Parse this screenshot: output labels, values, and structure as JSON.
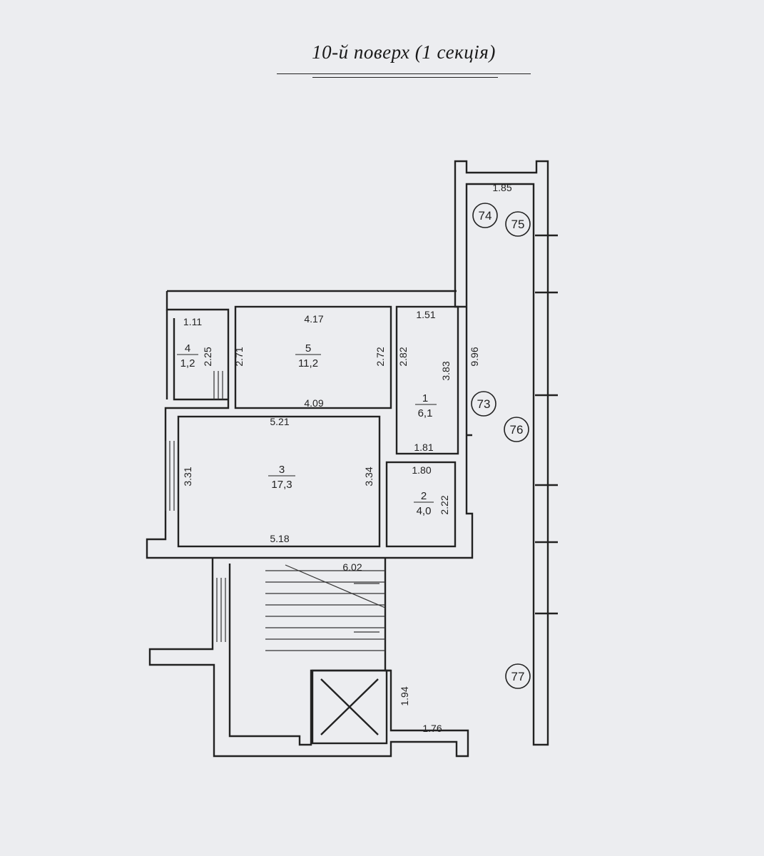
{
  "title": "10-й поверх (1 секція)",
  "rooms": [
    {
      "number": "1",
      "area": "6,1"
    },
    {
      "number": "2",
      "area": "4,0"
    },
    {
      "number": "3",
      "area": "17,3"
    },
    {
      "number": "4",
      "area": "1,2"
    },
    {
      "number": "5",
      "area": "11,2"
    }
  ],
  "dimensions": {
    "r4_width": "1.11",
    "r4_depth": "2.25",
    "r5_top": "4.17",
    "r5_bottom": "4.09",
    "r5_left": "2.71",
    "r5_right": "2.72",
    "r1_top": "1.51",
    "r1_left": "2.82",
    "r1_right": "3.83",
    "r1_bottom": "1.81",
    "r2_top": "1.80",
    "r2_right": "2.22",
    "r3_top": "5.21",
    "r3_bottom": "5.18",
    "r3_left": "3.31",
    "r3_right": "3.34",
    "balcony_width": "1.85",
    "balcony_length": "9.96",
    "stair_width": "6.02",
    "lift_depth": "1.94",
    "lobby_width": "1.76"
  },
  "axes": [
    "73",
    "74",
    "75",
    "76",
    "77"
  ]
}
